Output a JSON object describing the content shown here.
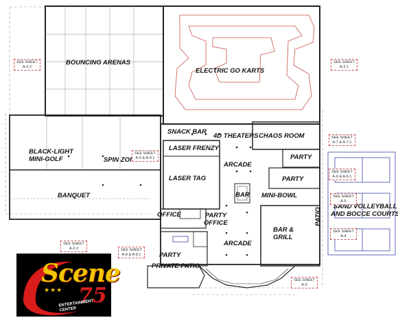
{
  "rooms": {
    "bouncing_arenas": "BOUNCING ARENAS",
    "electric_go_karts": "ELECTRIC GO KARTS",
    "snack_bar": "SNACK BAR",
    "theaters_4d": "4D THEATERS",
    "chaos_room": "CHAOS ROOM",
    "laser_frenzy": "LASER FRENZY",
    "black_light_mini_golf": "BLACK-LIGHT\nMINI-GOLF",
    "spin_zone": "SPIN ZONE",
    "laser_tag": "LASER TAG",
    "arcade_top": "ARCADE",
    "party_1": "PARTY",
    "party_2": "PARTY",
    "bar": "BAR",
    "mini_bowl": "MINI-BOWL",
    "banquet": "BANQUET",
    "office": "OFFICE",
    "party_office": "PARTY\nOFFICE",
    "sand_volleyball": "SAND VOLLEYBALL\nAND BOCCE COURTS",
    "bar_grill": "BAR &\nGRILL",
    "arcade_bottom": "ARCADE",
    "patio": "PATIO",
    "party_3": "PARTY",
    "private_patio": "PRIVATE PATIO"
  },
  "sheet_refs": {
    "a22": "SEE SHEET\nA-2.2",
    "a21": "SEE SHEET\nA-2.1",
    "a97": "SEE SHEET\nA-7 & A-7.1",
    "a91": "SEE SHEET\nA-9 & A-9.1",
    "a61": "SEE SHEET\nA-6 & A-6.1",
    "a5": "SEE SHEET\nA-5",
    "a4": "SEE SHEET\nA-4",
    "a23": "SEE SHEET\nA-2.3",
    "a81": "SEE SHEET\nA-8 & A-8.1",
    "a3": "SEE SHEET\nA-3"
  },
  "logo": {
    "word": "Scene",
    "number": "75",
    "stars": "★★★",
    "subtitle": "ENTERTAINMENT\nCENTER"
  },
  "colors": {
    "wall": "#222222",
    "grid_line": "#8a8a8a",
    "track": "#c8524a",
    "court": "#3b46a8",
    "sheet_border": "#cc5555"
  }
}
